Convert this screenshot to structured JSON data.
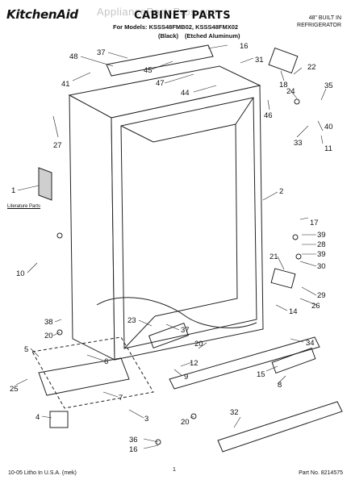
{
  "header": {
    "brand": "KitchenAid",
    "watermark": "AppliancePartsPros.com",
    "title": "CABINET PARTS",
    "models_line": "For Models: KSSS48FMB02, KSSS48FMX02",
    "variant_black": "(Black)",
    "variant_aluminum": "(Etched Aluminum)",
    "builtin_line1": "48\" BUILT IN",
    "builtin_line2": "REFRIGERATOR"
  },
  "literature_label": "Literature Parts",
  "callouts": [
    "37",
    "16",
    "48",
    "45",
    "31",
    "22",
    "41",
    "47",
    "18",
    "44",
    "24",
    "35",
    "46",
    "40",
    "11",
    "27",
    "33",
    "1",
    "2",
    "17",
    "39",
    "28",
    "39",
    "21",
    "30",
    "10",
    "29",
    "26",
    "14",
    "38",
    "23",
    "37",
    "34",
    "20",
    "12",
    "20",
    "5",
    "9",
    "6",
    "15",
    "8",
    "7",
    "25",
    "3",
    "4",
    "32",
    "20",
    "36",
    "16"
  ],
  "footer": {
    "left": "10-05 Litho In U.S.A. (mek)",
    "page": "1",
    "part_no": "Part No. 8214575"
  },
  "colors": {
    "line": "#222222",
    "fill": "#ffffff",
    "shade": "#cfcfcf"
  }
}
